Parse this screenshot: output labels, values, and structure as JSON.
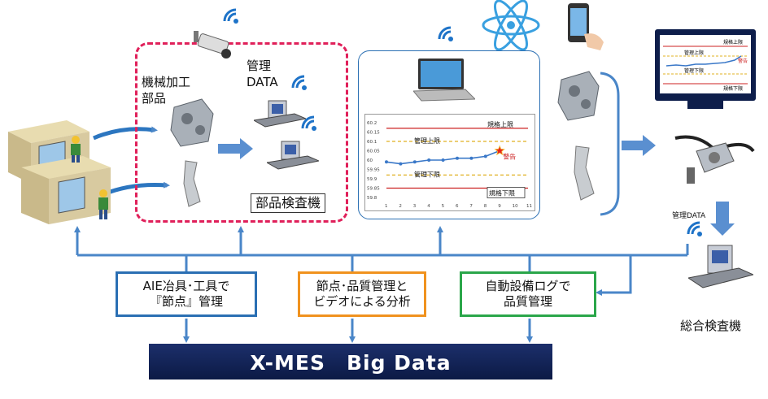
{
  "labels": {
    "machined_parts": [
      "機械加工",
      "部品"
    ],
    "management_data": [
      "管理",
      "DATA"
    ],
    "parts_inspection_machine": "部品検査機",
    "management_data_small": "管理DATA",
    "general_inspection_machine": "総合検査機"
  },
  "chart_data": {
    "type": "line",
    "y_ticks": [
      "60.2",
      "60.15",
      "60.1",
      "60.05",
      "60",
      "59.95",
      "59.9",
      "59.85",
      "59.8"
    ],
    "x_ticks": [
      "1",
      "2",
      "3",
      "4",
      "5",
      "6",
      "7",
      "8",
      "9",
      "10",
      "11"
    ],
    "x": [
      1,
      2,
      3,
      4,
      5,
      6,
      7,
      8,
      9
    ],
    "values": [
      59.99,
      59.98,
      59.99,
      60.0,
      60.0,
      60.01,
      60.01,
      60.02,
      60.05
    ],
    "ylim": [
      59.8,
      60.2
    ],
    "lines": {
      "spec_upper": {
        "label": "規格上限",
        "value": 60.17,
        "color": "#cc2222"
      },
      "control_upper": {
        "label": "管理上限",
        "value": 60.1,
        "color": "#e0b020"
      },
      "control_lower": {
        "label": "管理下限",
        "value": 59.92,
        "color": "#e0b020"
      },
      "spec_lower": {
        "label": "規格下限",
        "value": 59.85,
        "color": "#cc2222"
      }
    },
    "alert_label": "警告"
  },
  "monitor_labels": {
    "spec_upper": "規格上限",
    "control_upper": "管理上限",
    "alert": "警告",
    "control_lower": "管理下限",
    "spec_lower": "規格下限"
  },
  "boxes": {
    "aie": {
      "lines": [
        "AIE冶具･工具で",
        "『節点』管理"
      ],
      "color": "#2a6fb3"
    },
    "video": {
      "lines": [
        "節点･品質管理と",
        "ビデオによる分析"
      ],
      "color": "#f0921e"
    },
    "log": {
      "lines": [
        "自動設備ログで",
        "品質管理"
      ],
      "color": "#2aa64a"
    }
  },
  "footer": {
    "title": "X-MES　Big Data"
  },
  "colors": {
    "arrow": "#4a86c8",
    "dashed": "#e0205a",
    "bigdata": "#14245a"
  }
}
